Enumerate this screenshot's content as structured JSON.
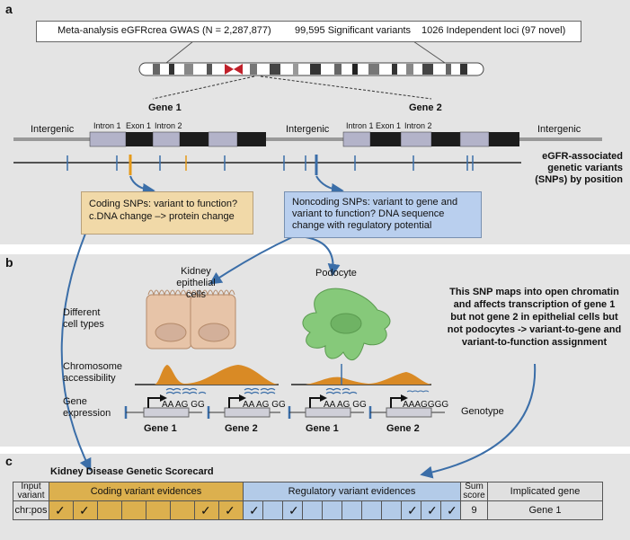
{
  "panel_a": {
    "label": "a",
    "header": {
      "meta": "Meta-analysis eGFRcrea GWAS (N = 2,287,877)",
      "variants": "99,595 Significant variants",
      "loci": "1026 Independent loci (97 novel)"
    },
    "gene1_title": "Gene 1",
    "gene2_title": "Gene 2",
    "intergenic_left": "Intergenic",
    "intergenic_mid": "Intergenic",
    "intergenic_right": "Intergenic",
    "gene1_labels": {
      "intron1": "Intron 1",
      "exon1": "Exon 1",
      "intron2": "Intron 2"
    },
    "gene2_labels": {
      "intron1": "Intron 1",
      "exon1": "Exon 1",
      "intron2": "Intron 2"
    },
    "snp_caption": [
      "eGFR-associated",
      "genetic variants",
      "(SNPs) by position"
    ],
    "coding_box": [
      "Coding SNPs: variant to function?",
      "c.DNA change –> protein change"
    ],
    "noncoding_box": [
      "Noncoding SNPs: variant to gene and",
      "variant to function? DNA sequence",
      "change with regulatory potential"
    ]
  },
  "panel_b": {
    "label": "b",
    "kidney_cells": [
      "Kidney epithelial",
      "cells"
    ],
    "podocyte": "Podocyte",
    "cell_types": [
      "Different",
      "cell types"
    ],
    "accessibility": [
      "Chromosome",
      "accessibility"
    ],
    "expression": [
      "Gene",
      "expression"
    ],
    "seq_epi_g1": "AA AG GG",
    "seq_epi_g2": "AA AG GG",
    "seq_pod_g1": "AA AG GG",
    "seq_pod_g2": "AAAGGGG",
    "epi_gene1": "Gene 1",
    "epi_gene2": "Gene 2",
    "pod_gene1": "Gene 1",
    "pod_gene2": "Gene 2",
    "genotype": "Genotype",
    "explanation": [
      "This SNP maps into open chromatin",
      "and affects transcription of gene 1",
      "but not gene 2 in epithelial cells but",
      "not podocytes -> variant-to-gene and",
      "variant-to-function assignment"
    ]
  },
  "panel_c": {
    "label": "c",
    "title": "Kidney Disease Genetic Scorecard",
    "headers": {
      "input": [
        "Input",
        "variant"
      ],
      "coding": "Coding variant evidences",
      "regulatory": "Regulatory variant evidences",
      "sum": [
        "Sum",
        "score"
      ],
      "gene": "Implicated gene"
    },
    "row": {
      "input": "chr:pos",
      "coding": [
        "✓",
        "✓",
        "",
        "",
        "",
        "",
        "✓",
        "✓"
      ],
      "regulatory": [
        "✓",
        "",
        "✓",
        "",
        "",
        "",
        "",
        "",
        "✓",
        "✓",
        "✓"
      ],
      "sum": "9",
      "gene": "Gene 1"
    }
  },
  "colors": {
    "panel_bg": "#e4e4e4",
    "coding_fill": "#f1d9a8",
    "noncoding_fill": "#b9cfee",
    "snp_blue": "#3b6ea8",
    "snp_orange": "#e59a1a",
    "accessibility": "#d98a25",
    "podocyte": "#86c97a",
    "epithelial": "#e7c4a8"
  }
}
